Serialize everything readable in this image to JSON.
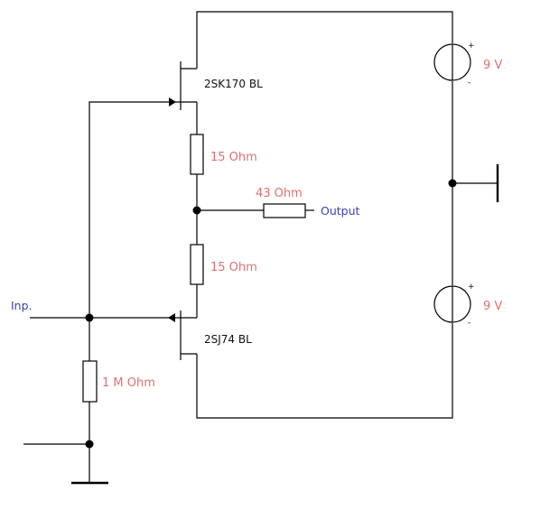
{
  "labels": {
    "q_top": "2SK170 BL",
    "q_bottom": "2SJ74 BL",
    "r_top": "15  Ohm",
    "r_bottom": "15  Ohm",
    "r_out": "43  Ohm",
    "r_in": "1 M Ohm",
    "output": "Output",
    "input": "Inp.",
    "v_top": "9 V",
    "v_bottom": "9 V",
    "plus": "+",
    "minus": "-"
  },
  "colors": {
    "wire": "#000000",
    "value_text": "#e07070",
    "io_text": "#3a43b0",
    "part_text": "#111111"
  }
}
